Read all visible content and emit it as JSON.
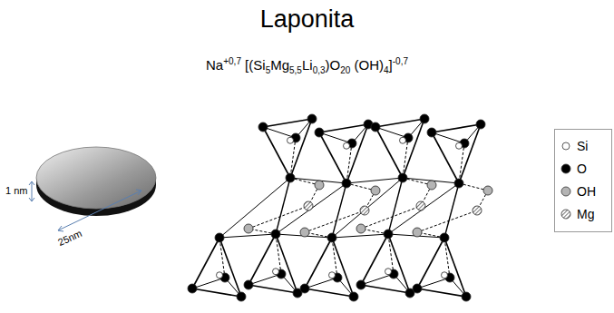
{
  "diagram": {
    "title": "Laponita",
    "labels": [
      "Na+0,7 [(Si5Mg5,5Li0,3)O20 (OH)4]-0,7",
      "1 nm",
      "25nm"
    ],
    "legend": [
      {
        "text": "Si",
        "color": "#ffffff"
      },
      {
        "text": "O",
        "color": "#000000"
      },
      {
        "text": "OH",
        "color": "#b4b4b4"
      },
      {
        "text": "Mg"
      }
    ]
  }
}
